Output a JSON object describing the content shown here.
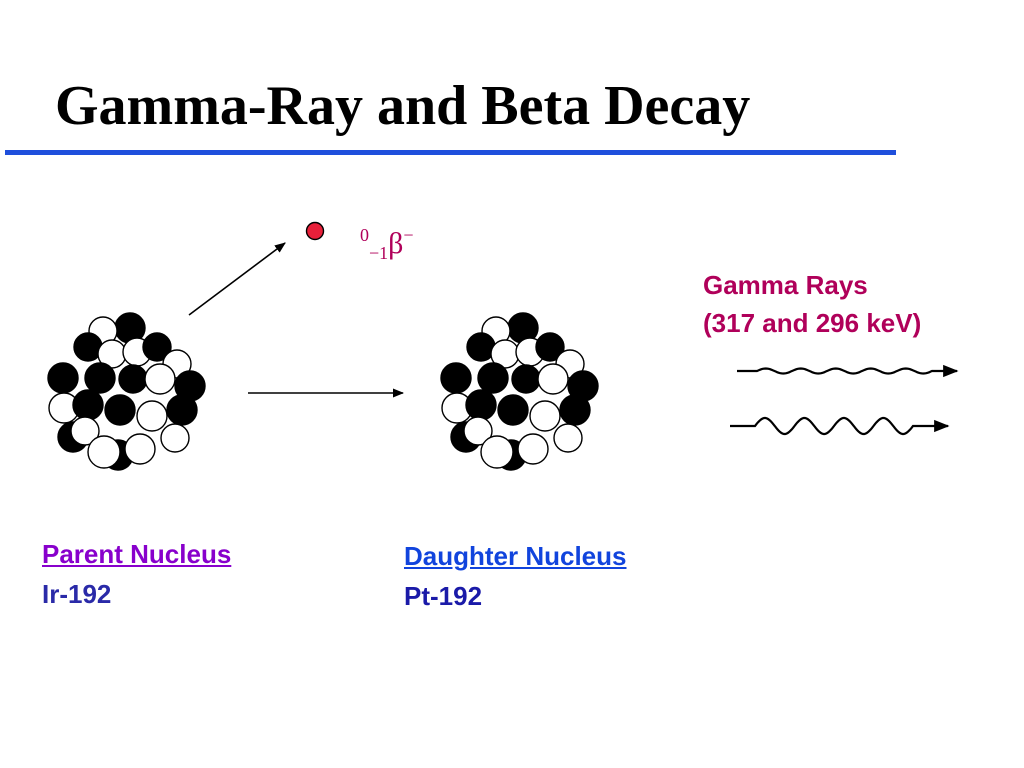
{
  "slide": {
    "title": "Gamma-Ray and Beta Decay",
    "accent_color": "#1f4fdc"
  },
  "beta": {
    "mass_number": "0",
    "charge": "−1",
    "symbol": "β",
    "charge_sign": "−",
    "particle_color": "#e8203a"
  },
  "gamma": {
    "line1": "Gamma Rays",
    "line2": "(317 and 296 keV)",
    "color": "#b0005a"
  },
  "parent": {
    "link_text": "Parent Nucleus",
    "isotope": "Ir-192"
  },
  "daughter": {
    "link_text": "Daughter Nucleus",
    "isotope": "Pt-192"
  },
  "icons": {
    "proton": "black-circle",
    "neutron": "white-circle",
    "beta_particle": "red-circle"
  }
}
